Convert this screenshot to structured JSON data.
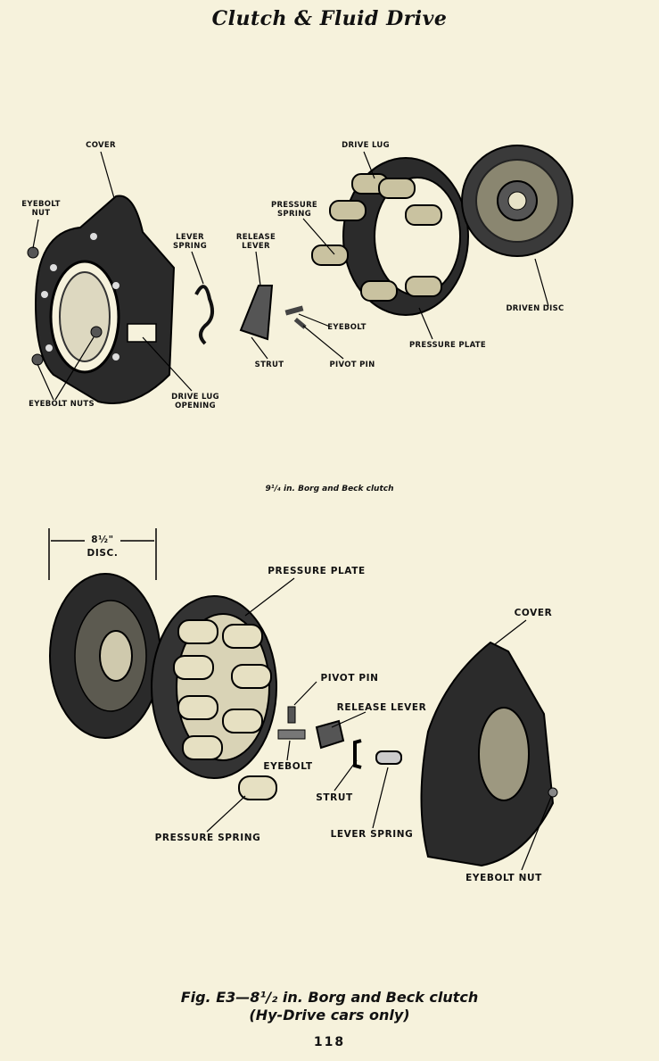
{
  "header": {
    "title": "Clutch & Fluid Drive"
  },
  "top_figure": {
    "labels": {
      "cover": "COVER",
      "eyebolt_nut": "EYEBOLT\nNUT",
      "eyebolt_nuts": "EYEBOLT NUTS",
      "drive_lug_opening": "DRIVE LUG\nOPENING",
      "lever_spring": "LEVER\nSPRING",
      "release_lever": "RELEASE\nLEVER",
      "strut": "STRUT",
      "pivot_pin": "PIVOT PIN",
      "eyebolt": "EYEBOLT",
      "pressure_spring": "PRESSURE\nSPRING",
      "drive_lug": "DRIVE LUG",
      "pressure_plate": "PRESSURE PLATE",
      "driven_disc": "DRIVEN DISC"
    },
    "caption": "9¹/₄ in. Borg and Beck clutch"
  },
  "bottom_figure": {
    "labels": {
      "disc_size": "8½\"",
      "disc": "DISC.",
      "pressure_plate": "PRESSURE PLATE",
      "cover": "COVER",
      "pivot_pin": "PIVOT PIN",
      "release_lever": "RELEASE LEVER",
      "eyebolt": "EYEBOLT",
      "strut": "STRUT",
      "pressure_spring": "PRESSURE SPRING",
      "lever_spring": "LEVER SPRING",
      "eyebolt_nut": "EYEBOLT NUT"
    },
    "caption": "Fig. E3—8¹/₂ in. Borg and Beck clutch\n(Hy-Drive cars only)"
  },
  "footer": {
    "page_number": "118"
  }
}
